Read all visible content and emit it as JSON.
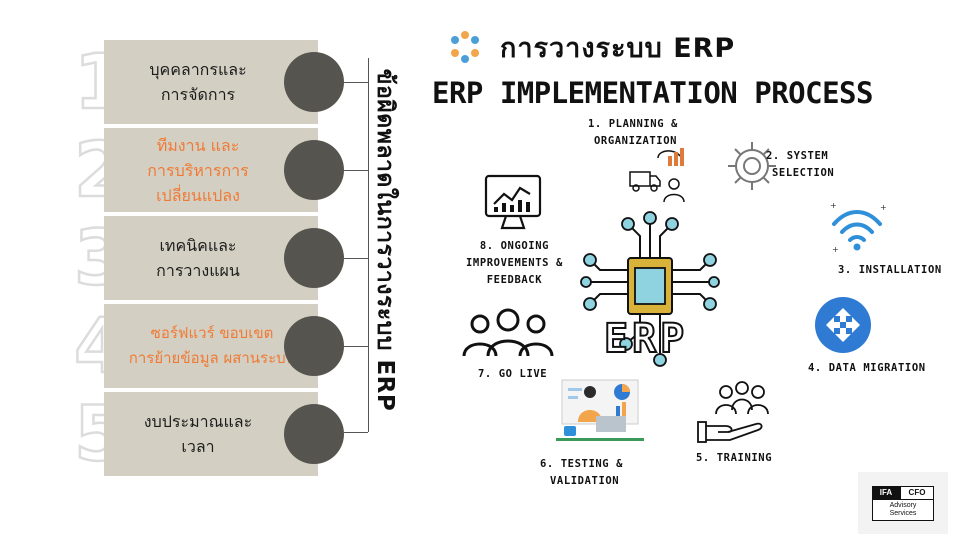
{
  "left_panel": {
    "vertical_title": "ข้อผิดพลาดในการวางระบบ ERP",
    "items": [
      {
        "number": "1",
        "line1": "บุคคลากรและ",
        "line2": "การจัดการ",
        "line3": ""
      },
      {
        "number": "2",
        "line1": "ทีมงาน และ",
        "line2": "การบริหารการ",
        "line3": "เปลี่ยนแปลง"
      },
      {
        "number": "3",
        "line1": "เทคนิคและ",
        "line2": "การวางแผน",
        "line3": ""
      },
      {
        "number": "4",
        "line1": "ซอร์ฟแวร์ ขอบเขต",
        "line2": "การย้ายข้อมูล ผสานระบบ",
        "line3": ""
      },
      {
        "number": "5",
        "line1": "งบประมาณและ",
        "line2": "เวลา",
        "line3": ""
      }
    ]
  },
  "right_panel": {
    "thai_title": "การวางระบบ ERP",
    "title": "ERP IMPLEMENTATION PROCESS",
    "center_label": "ERP",
    "steps": {
      "s1": {
        "line1": "1. PLANNING &",
        "line2": "ORGANIZATION"
      },
      "s2": {
        "line1": "2. SYSTEM",
        "line2": "SELECTION"
      },
      "s3": {
        "line1": "3. INSTALLATION"
      },
      "s4": {
        "line1": "4. DATA MIGRATION"
      },
      "s5": {
        "line1": "5. TRAINING"
      },
      "s6": {
        "line1": "6. TESTING &",
        "line2": "VALIDATION"
      },
      "s7": {
        "line1": "7. GO LIVE"
      },
      "s8": {
        "line1": "8. ONGOING",
        "line2": "IMPROVEMENTS &",
        "line3": "FEEDBACK"
      }
    }
  },
  "logo": {
    "left": "IFA",
    "right": "CFO",
    "sub1": "Advisory",
    "sub2": "Services"
  },
  "colors": {
    "card": "#d3d0c3",
    "dot": "#56544e",
    "highlight_text": "#f07a35",
    "chip": "#8fd3e0",
    "chip_border": "#d9b23a",
    "node": "#8fd3e0",
    "wifi": "#2f8fd8",
    "migration": "#2f7bd3"
  }
}
